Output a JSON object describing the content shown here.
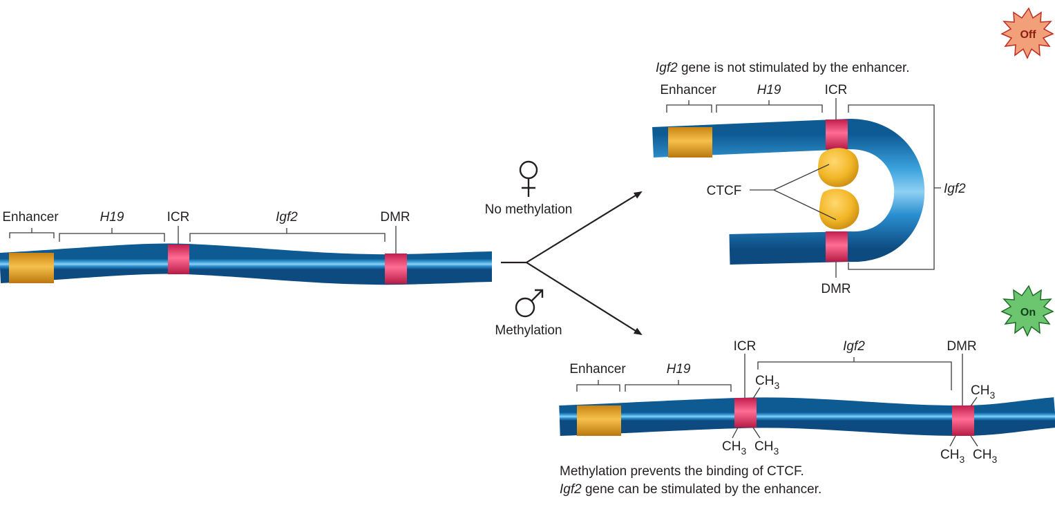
{
  "left_strand": {
    "enhancer": "Enhancer",
    "h19": "H19",
    "icr": "ICR",
    "igf2": "Igf2",
    "dmr": "DMR"
  },
  "female": {
    "symbol": "♀",
    "label": "No methylation"
  },
  "male": {
    "symbol": "♂",
    "label": "Methylation"
  },
  "top_right": {
    "caption_italic": "Igf2",
    "caption_rest": " gene is not stimulated by the enhancer.",
    "enhancer": "Enhancer",
    "h19": "H19",
    "icr": "ICR",
    "ctcf": "CTCF",
    "igf2": "Igf2",
    "dmr": "DMR",
    "badge": "Off"
  },
  "bottom_right": {
    "enhancer": "Enhancer",
    "h19": "H19",
    "icr": "ICR",
    "igf2": "Igf2",
    "dmr": "DMR",
    "methyl_base": "CH",
    "methyl_sub": "3",
    "badge": "On",
    "caption_line1": "Methylation prevents the binding of CTCF.",
    "caption_line2_italic": "Igf2",
    "caption_line2_rest": " gene can be stimulated by the enhancer."
  },
  "colors": {
    "dna": "#1f87c8",
    "dna_highlight": "#8fd0f2",
    "dna_shadow": "#0e4f86",
    "enhancer": "#e8a317",
    "icr_dmr": "#e8386a",
    "ctcf": "#f2b728",
    "off_badge": "#d62a1e",
    "on_badge": "#2f9a3a"
  }
}
